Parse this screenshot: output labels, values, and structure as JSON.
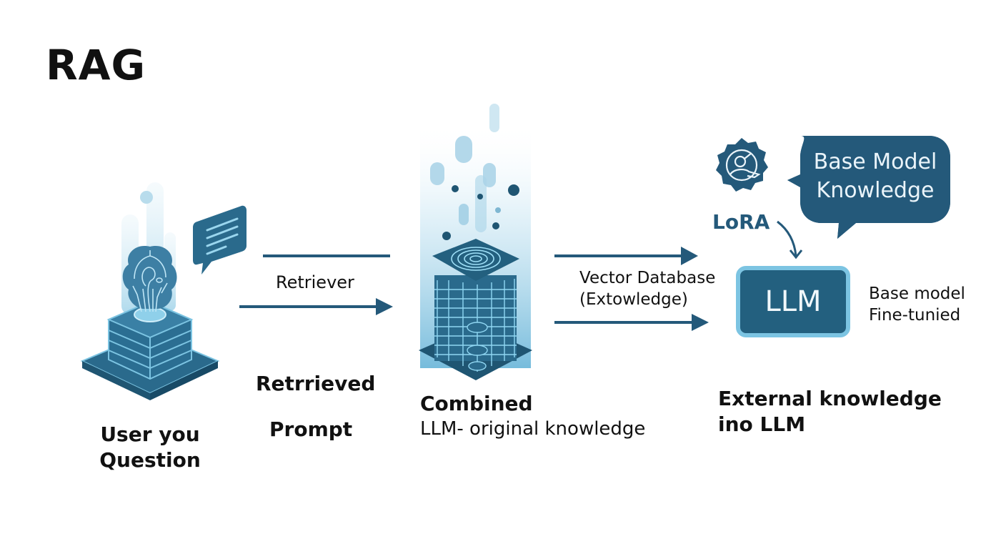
{
  "title": "RAG",
  "colors": {
    "primary": "#23607f",
    "accent_light": "#7cc4e2",
    "glow": "#cde8f4",
    "text": "#111111"
  },
  "stages": {
    "user": {
      "icon": "brain-circuit-server-icon",
      "speech_icon": "speech-bubble-icon",
      "label_line1": "User you",
      "label_line2": "Question"
    },
    "retriever": {
      "arrow_label": "Retriever",
      "caption_line1": "Retrrieved",
      "caption_line2": "Prompt"
    },
    "combined": {
      "icon": "data-tower-icon",
      "label_bold": "Combined",
      "label_regular": "LLM- original knowledge"
    },
    "vector_db": {
      "arrow_label_line1": "Vector Database",
      "arrow_label_line2": "(Extowledge)"
    },
    "model": {
      "lora_icon": "lora-badge-icon",
      "lora_label": "LoRA",
      "bubble_line1": "Base Model",
      "bubble_line2": "Knowledge",
      "llm_label": "LLM",
      "side_line1": "Base model",
      "side_line2": "Fine-tunied",
      "caption_line1": "External knowledge",
      "caption_line2": "ino LLM"
    }
  }
}
